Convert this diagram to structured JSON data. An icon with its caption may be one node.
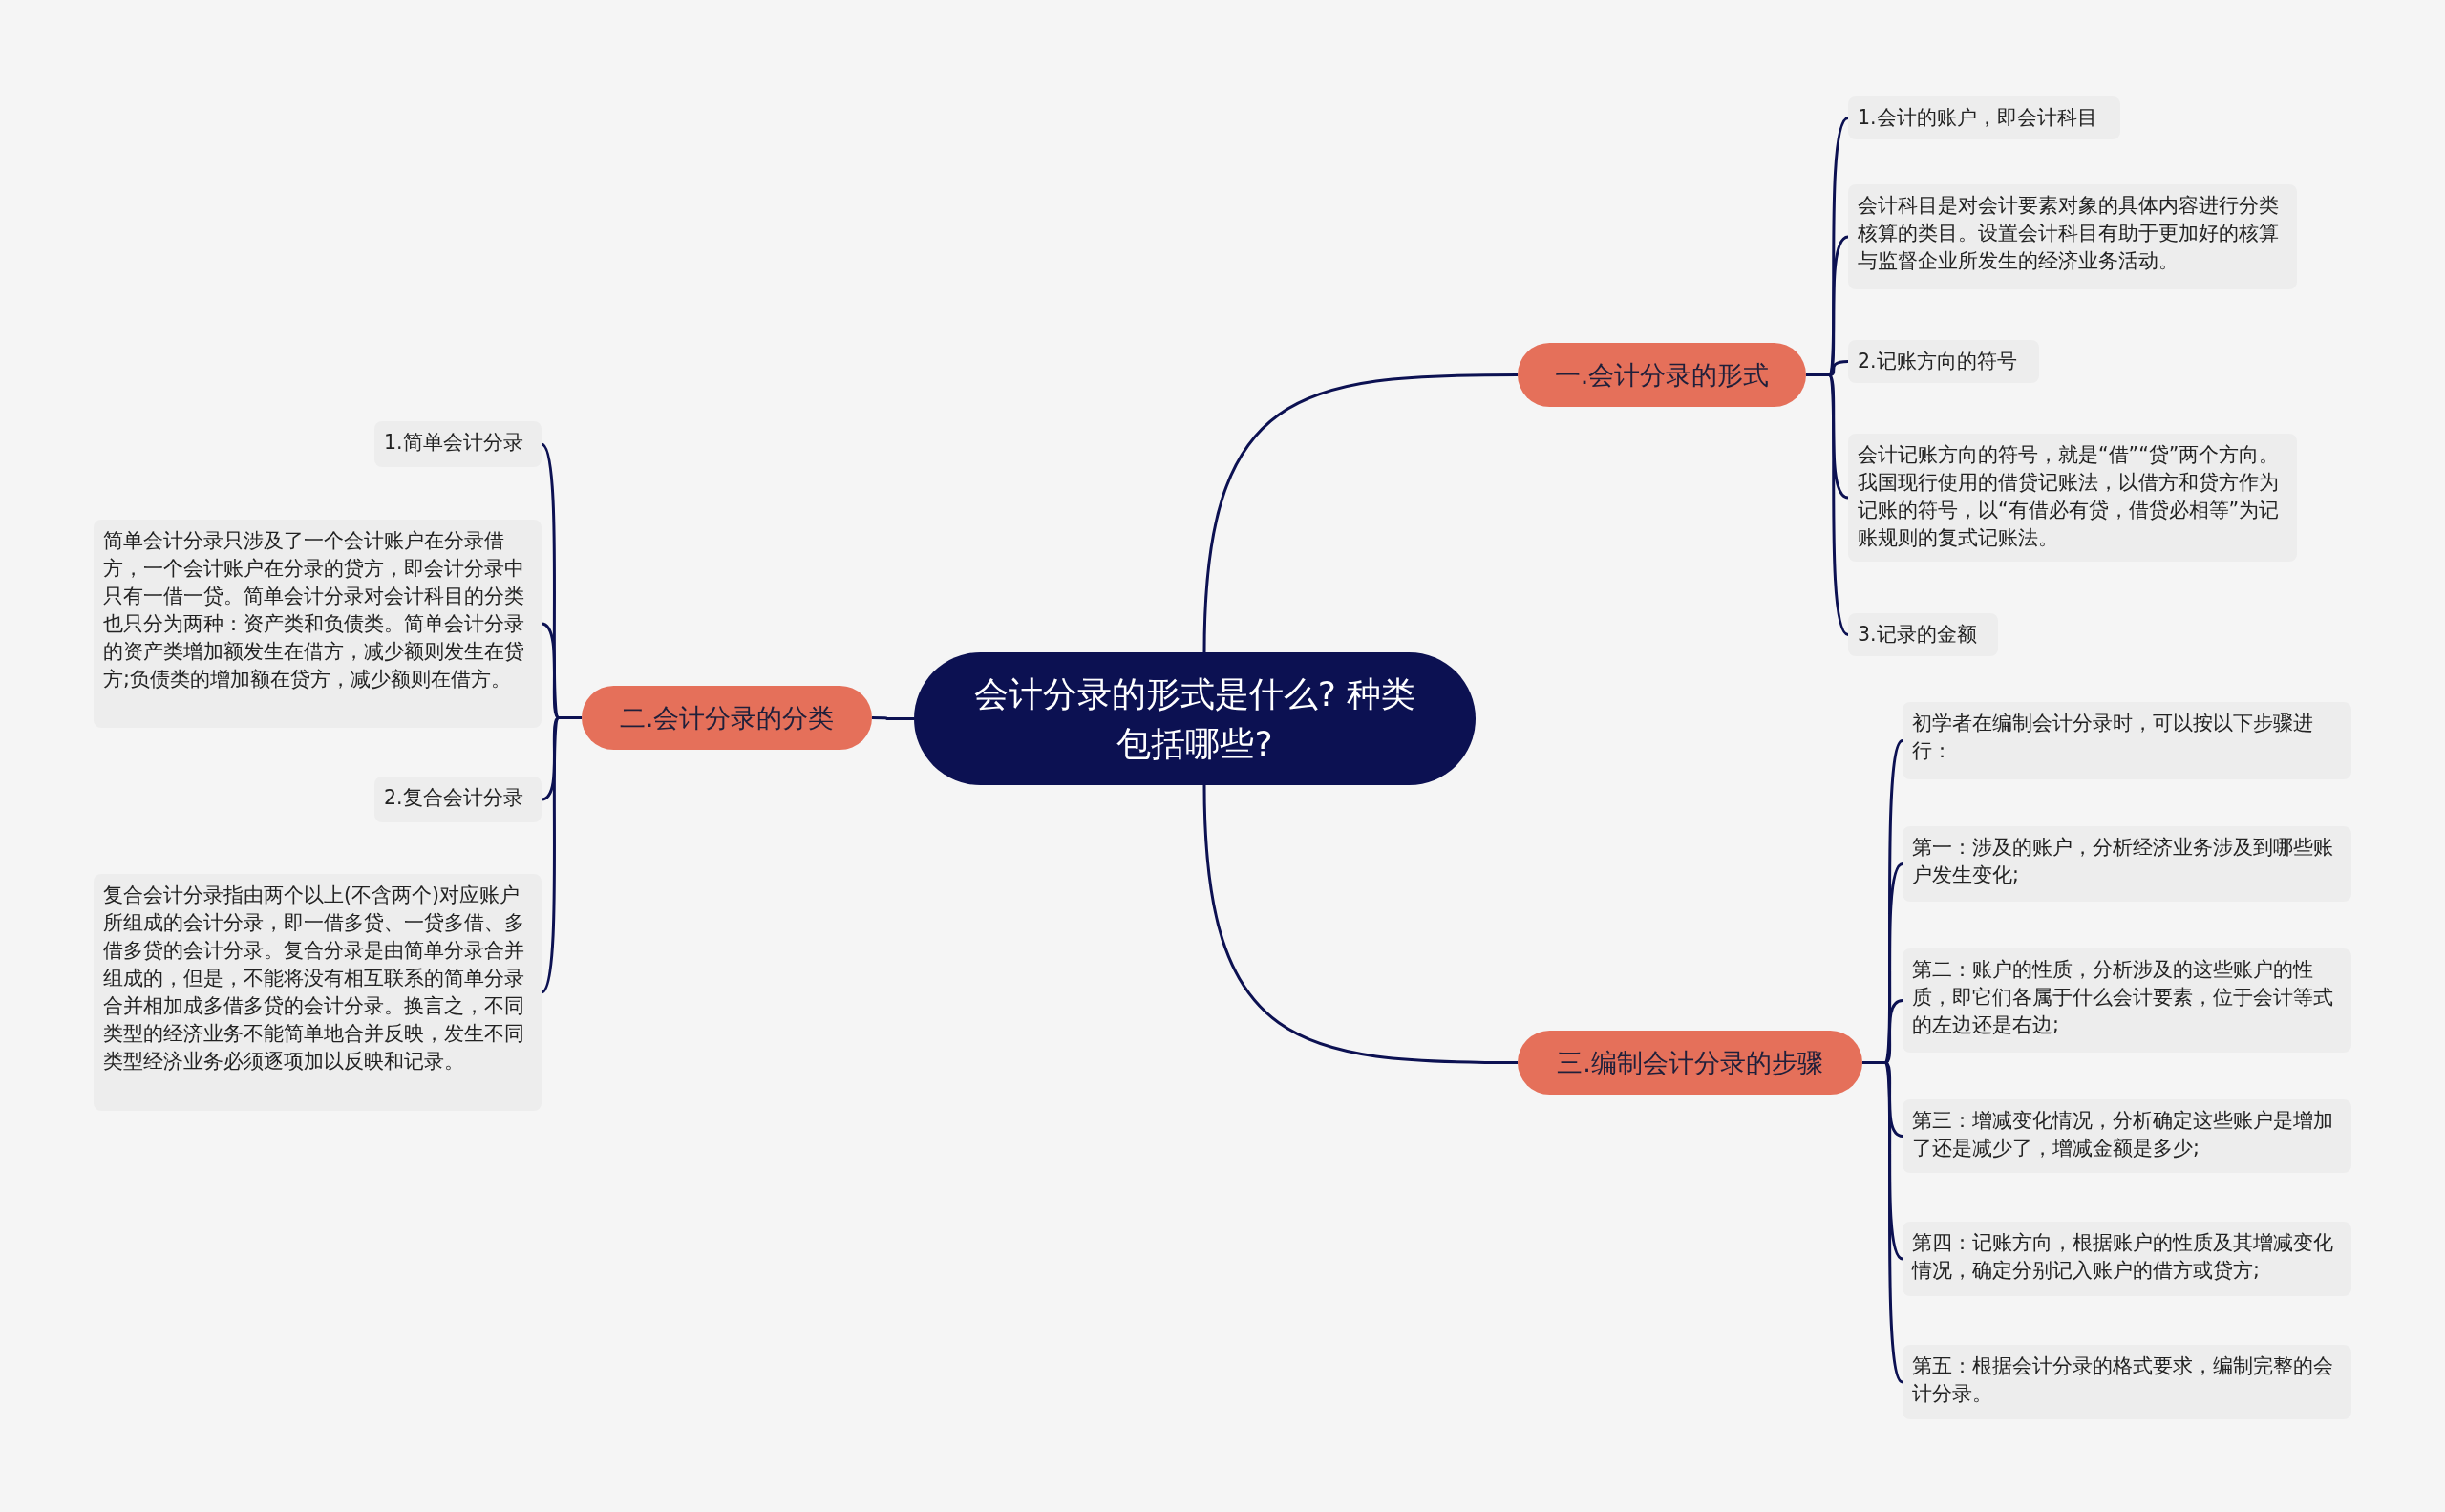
{
  "diagram": {
    "nodes": [
      {
        "text": [
          "会计分录的形式是什么? 种类包括哪些?"
        ]
      },
      {
        "text": [
          "一.会计分录的形式"
        ]
      },
      {
        "text": [
          "1.会计的账户，即会计科目"
        ]
      },
      {
        "text": [
          "会计科目是对会计要素对象的具体内容进行分类核算的类目。设置会计科目有助于更加好的核算与监督企业所发生的经济业务活动。"
        ]
      },
      {
        "text": [
          "2.记账方向的符号"
        ]
      },
      {
        "text": [
          "会计记账方向的符号，就是“借”“贷”两个方向。我国现行使用的借贷记账法，以借方和贷方作为记账的符号，以“有借必有贷，借贷必相等”为记账规则的复式记账法。"
        ]
      },
      {
        "text": [
          "3.记录的金额"
        ]
      },
      {
        "text": [
          "二.会计分录的分类"
        ]
      },
      {
        "text": [
          "1.简单会计分录"
        ]
      },
      {
        "text": [
          "简单会计分录只涉及了一个会计账户在分录借方，一个会计账户在分录的贷方，即会计分录中只有一借一贷。简单会计分录对会计科目的分类也只分为两种：资产类和负债类。简单会计分录的资产类增加额发生在借方，减少额则发生在贷方;负债类的增加额在贷方，减少额则在借方。"
        ]
      },
      {
        "text": [
          "2.复合会计分录"
        ]
      },
      {
        "text": [
          "复合会计分录指由两个以上(不含两个)对应账户所组成的会计分录，即一借多贷、一贷多借、多借多贷的会计分录。复合分录是由简单分录合并组成的，但是，不能将没有相互联系的简单分录合并相加成多借多贷的会计分录。换言之，不同类型的经济业务不能简单地合并反映，发生不同类型经济业务必须逐项加以反映和记录。"
        ]
      },
      {
        "text": [
          "三.编制会计分录的步骤"
        ]
      },
      {
        "text": [
          "初学者在编制会计分录时，可以按以下步骤进行："
        ]
      },
      {
        "text": [
          "第一：涉及的账户，分析经济业务涉及到哪些账户发生变化;"
        ]
      },
      {
        "text": [
          "第二：账户的性质，分析涉及的这些账户的性质，即它们各属于什么会计要素，位于会计等式的左边还是右边;"
        ]
      },
      {
        "text": [
          "第三：增减变化情况，分析确定这些账户是增加了还是减少了，增减金额是多少;"
        ]
      },
      {
        "text": [
          "第四：记账方向，根据账户的性质及其增减变化情况，确定分别记入账户的借方或贷方;"
        ]
      },
      {
        "text": [
          "第五：根据会计分录的格式要求，编制完整的会计分录。"
        ]
      }
    ],
    "edges": [
      {
        "from": 0,
        "to": 1,
        "arrow": "none"
      },
      {
        "from": 1,
        "to": 2,
        "arrow": "none"
      },
      {
        "from": 1,
        "to": 3,
        "arrow": "none"
      },
      {
        "from": 1,
        "to": 4,
        "arrow": "none"
      },
      {
        "from": 1,
        "to": 5,
        "arrow": "none"
      },
      {
        "from": 1,
        "to": 6,
        "arrow": "none"
      },
      {
        "from": 0,
        "to": 7,
        "arrow": "none"
      },
      {
        "from": 7,
        "to": 8,
        "arrow": "none"
      },
      {
        "from": 7,
        "to": 9,
        "arrow": "none"
      },
      {
        "from": 7,
        "to": 10,
        "arrow": "none"
      },
      {
        "from": 7,
        "to": 11,
        "arrow": "none"
      },
      {
        "from": 0,
        "to": 12,
        "arrow": "none"
      },
      {
        "from": 12,
        "to": 13,
        "arrow": "none"
      },
      {
        "from": 12,
        "to": 14,
        "arrow": "none"
      },
      {
        "from": 12,
        "to": 15,
        "arrow": "none"
      },
      {
        "from": 12,
        "to": 16,
        "arrow": "none"
      },
      {
        "from": 12,
        "to": 17,
        "arrow": "none"
      },
      {
        "from": 12,
        "to": 18,
        "arrow": "none"
      }
    ]
  }
}
